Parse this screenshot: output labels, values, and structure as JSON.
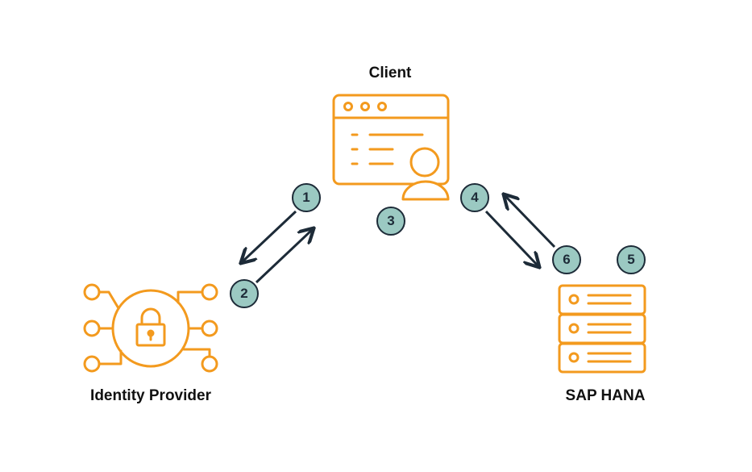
{
  "nodes": {
    "client": {
      "label": "Client"
    },
    "identity_provider": {
      "label": "Identity Provider"
    },
    "sap_hana": {
      "label": "SAP HANA"
    }
  },
  "steps": [
    "1",
    "2",
    "3",
    "4",
    "5",
    "6"
  ],
  "colors": {
    "icon_orange": "#f39a1e",
    "step_fill": "#9bc9c2",
    "arrow_dark": "#1d2b38",
    "text": "#111111"
  }
}
